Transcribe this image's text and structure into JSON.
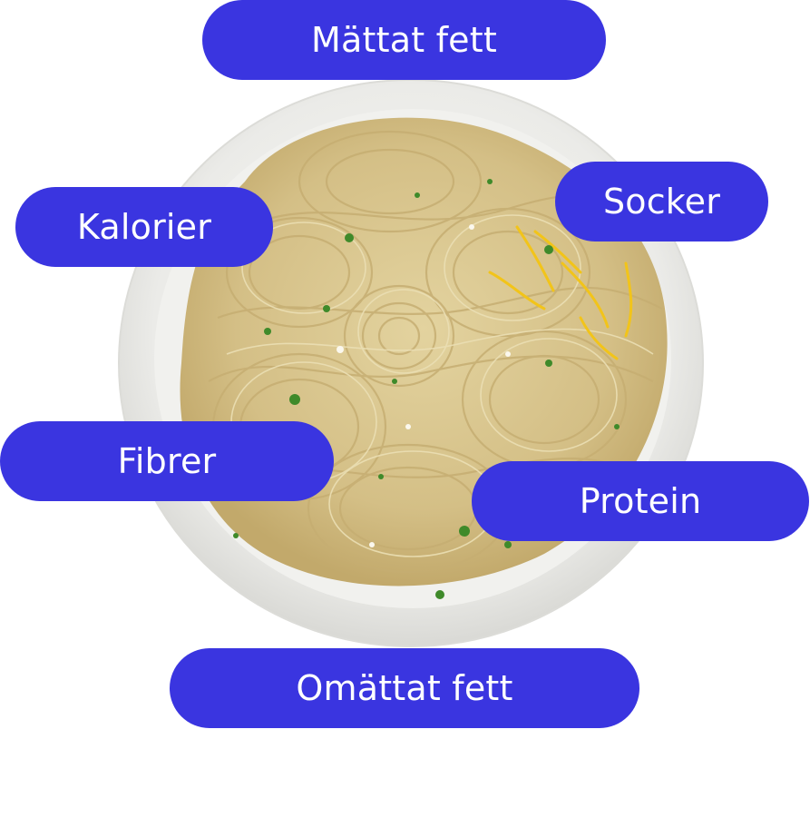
{
  "colors": {
    "pill_background": "#3a35e0",
    "pill_text": "#ffffff",
    "bowl": "#ececea",
    "pasta": "#d8c48e"
  },
  "image": {
    "subject_icon": "pasta-bowl-icon"
  },
  "labels": {
    "saturated_fat": "Mättat fett",
    "sugar": "Socker",
    "calories": "Kalorier",
    "fiber": "Fibrer",
    "protein": "Protein",
    "unsaturated_fat": "Omättat fett"
  }
}
